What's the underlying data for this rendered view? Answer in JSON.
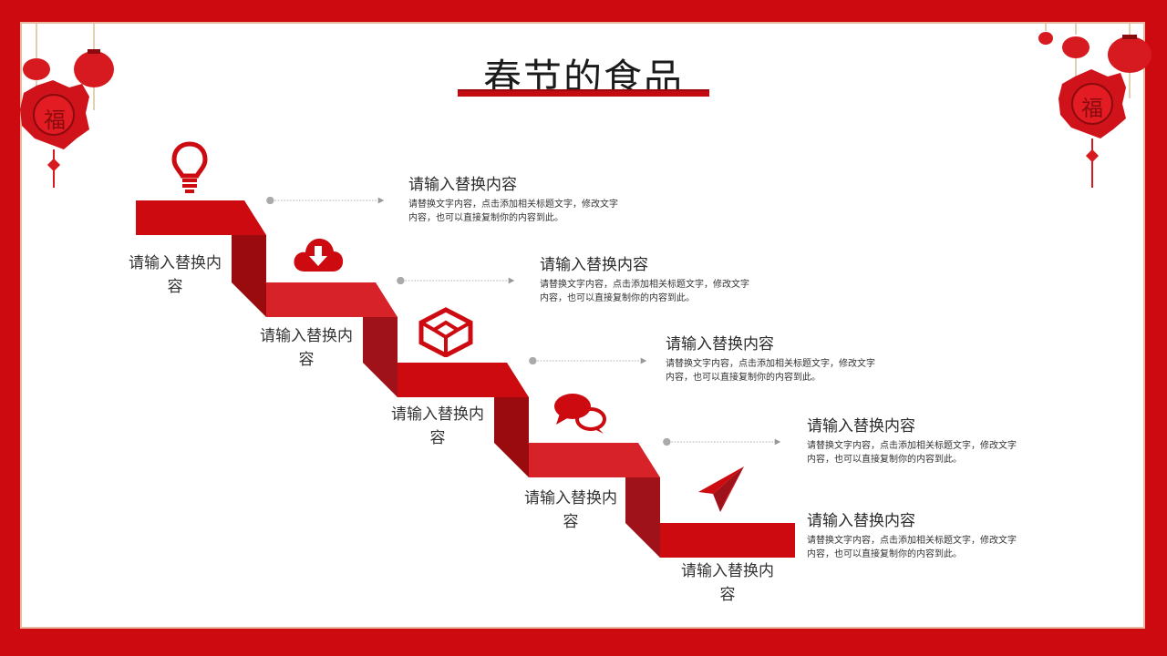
{
  "page": {
    "title": "春节的食品",
    "accent_color": "#c40b12",
    "frame_color": "#cc0a10"
  },
  "decor": {
    "left_seal_text": "福",
    "right_seal_text": "福"
  },
  "steps": [
    {
      "label": "请输入替换内容",
      "icon": "lightbulb-icon",
      "heading": "请输入替换内容",
      "body": "请替换文字内容，点击添加相关标题文字，修改文字内容，也可以直接复制你的内容到此。"
    },
    {
      "label": "请输入替换内容",
      "icon": "cloud-download-icon",
      "heading": "请输入替换内容",
      "body": "请替换文字内容，点击添加相关标题文字，修改文字内容，也可以直接复制你的内容到此。"
    },
    {
      "label": "请输入替换内容",
      "icon": "cube-icon",
      "heading": "请输入替换内容",
      "body": "请替换文字内容，点击添加相关标题文字，修改文字内容，也可以直接复制你的内容到此。"
    },
    {
      "label": "请输入替换内容",
      "icon": "chat-bubbles-icon",
      "heading": "请输入替换内容",
      "body": "请替换文字内容，点击添加相关标题文字，修改文字内容，也可以直接复制你的内容到此。"
    },
    {
      "label": "请输入替换内容",
      "icon": "paper-plane-icon",
      "heading": "请输入替换内容",
      "body": "请替换文字内容，点击添加相关标题文字，修改文字内容，也可以直接复制你的内容到此。"
    }
  ]
}
